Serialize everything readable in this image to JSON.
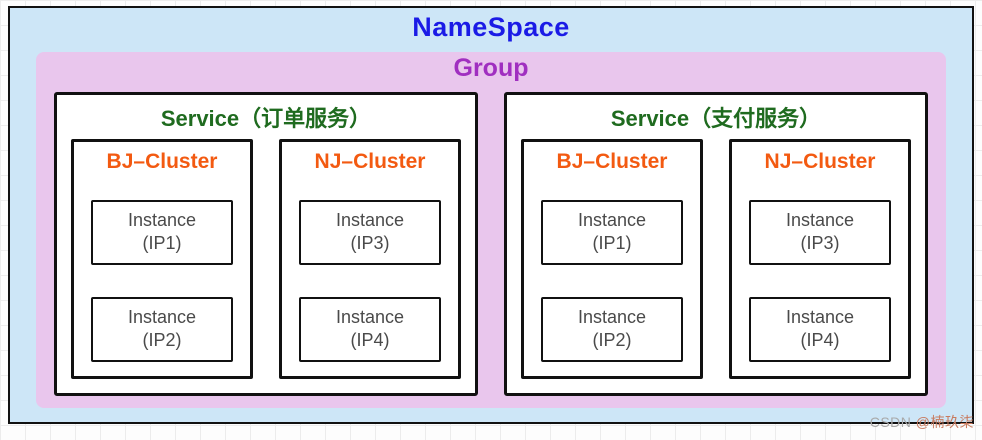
{
  "colors": {
    "namespace-bg": "#cde6f7",
    "namespace-text": "#1b1be6",
    "group-bg": "#e9c6ed",
    "group-text": "#a02fc0",
    "service-text": "#1f6b1f",
    "cluster-text": "#f35a11",
    "instance-text": "#4a4a4a",
    "watermark-accent": "#c87a5e"
  },
  "diagram": {
    "namespace_label": "NameSpace",
    "group_label": "Group",
    "services": [
      {
        "label": "Service（订单服务）",
        "clusters": [
          {
            "label": "BJ–Cluster",
            "instances": [
              {
                "name": "Instance",
                "ip": "(IP1)"
              },
              {
                "name": "Instance",
                "ip": "(IP2)"
              }
            ]
          },
          {
            "label": "NJ–Cluster",
            "instances": [
              {
                "name": "Instance",
                "ip": "(IP3)"
              },
              {
                "name": "Instance",
                "ip": "(IP4)"
              }
            ]
          }
        ]
      },
      {
        "label": "Service（支付服务）",
        "clusters": [
          {
            "label": "BJ–Cluster",
            "instances": [
              {
                "name": "Instance",
                "ip": "(IP1)"
              },
              {
                "name": "Instance",
                "ip": "(IP2)"
              }
            ]
          },
          {
            "label": "NJ–Cluster",
            "instances": [
              {
                "name": "Instance",
                "ip": "(IP3)"
              },
              {
                "name": "Instance",
                "ip": "(IP4)"
              }
            ]
          }
        ]
      }
    ]
  },
  "watermark": {
    "prefix": "CSDN ",
    "user": "@楠玖柒"
  }
}
